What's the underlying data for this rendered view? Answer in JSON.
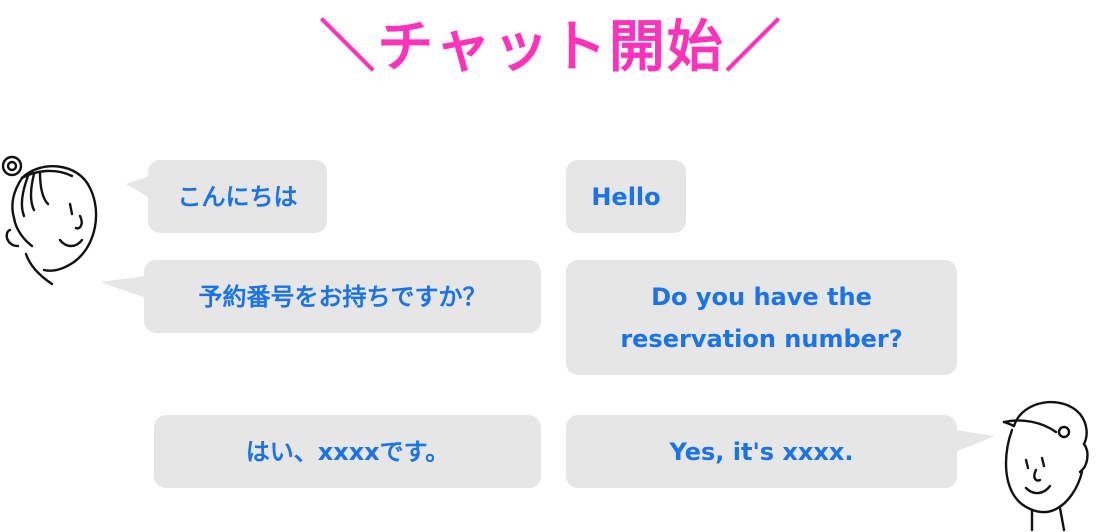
{
  "title": "＼チャット開始／",
  "messages": {
    "ja_1": "こんにちは",
    "en_1": "Hello",
    "ja_2": "予約番号をお持ちですか？",
    "en_2": "Do you have the reservation number?",
    "ja_3": "はい、xxxxです。",
    "en_3": "Yes, it's xxxx."
  },
  "colors": {
    "title": "#ff33bb",
    "bubble_bg": "#e6e6e6",
    "bubble_text": "#1a73e8"
  },
  "icons": {
    "staff": "staff-avatar-icon",
    "customer": "customer-avatar-icon"
  }
}
